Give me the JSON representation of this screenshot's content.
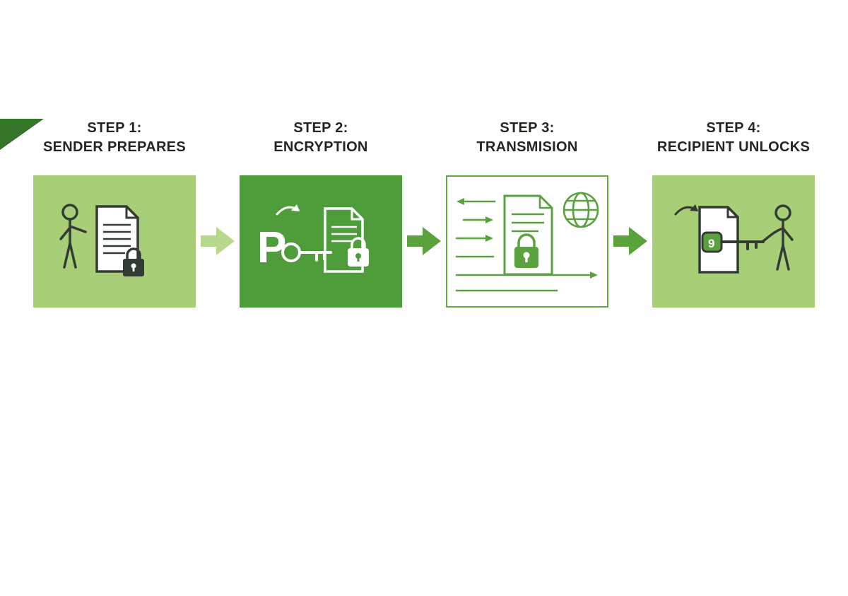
{
  "colors": {
    "light_green": "#a8ce77",
    "dark_green": "#4f9d3a",
    "arrow_light": "#b7d98c",
    "arrow_medium": "#5aa23c",
    "box3_border": "#64a943",
    "icon_green": "#5aa23f",
    "icon_dark": "#333b35",
    "title_text": "#22271f",
    "corner_green": "#35752a",
    "white": "#ffffff"
  },
  "steps": [
    {
      "line1": "STEP 1:",
      "line2": "SENDER PREPARES",
      "icon": "person-document-lock"
    },
    {
      "line1": "STEP 2:",
      "line2": "ENCRYPTION",
      "icon": "key-document-lock",
      "icon_letter": "P"
    },
    {
      "line1": "STEP 3:",
      "line2": "TRANSMISION",
      "icon": "document-globe-arrows"
    },
    {
      "line1": "STEP 4:",
      "line2": "RECIPIENT UNLOCKS",
      "icon": "document-key-person",
      "icon_letter": "9"
    }
  ]
}
